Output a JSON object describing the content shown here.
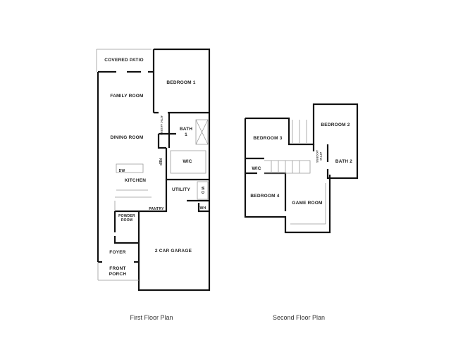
{
  "first_floor": {
    "caption": "First Floor Plan",
    "rooms": {
      "covered_patio": "COVERED PATIO",
      "bedroom_1": "BEDROOM 1",
      "family_room": "FAMILY ROOM",
      "dining_room": "DINING ROOM",
      "bath_1": "BATH 1",
      "attic_access": "ATTIC ACCESS",
      "wic": "WIC",
      "ref": "REF",
      "dw": "DW",
      "kitchen": "KITCHEN",
      "utility": "UTILITY",
      "wd": "W D",
      "pantry": "PANTRY",
      "wh": "WH",
      "powder_room": "POWDER ROOM",
      "foyer": "FOYER",
      "garage": "2 CAR GARAGE",
      "front_porch": "FRONT PORCH"
    }
  },
  "second_floor": {
    "caption": "Second Floor Plan",
    "rooms": {
      "bedroom_2": "BEDROOM 2",
      "bedroom_3": "BEDROOM 3",
      "attic_access": "ATTIC ACCESS",
      "bath_2": "BATH 2",
      "wic": "WIC",
      "bedroom_4": "BEDROOM 4",
      "game_room": "GAME ROOM"
    }
  }
}
